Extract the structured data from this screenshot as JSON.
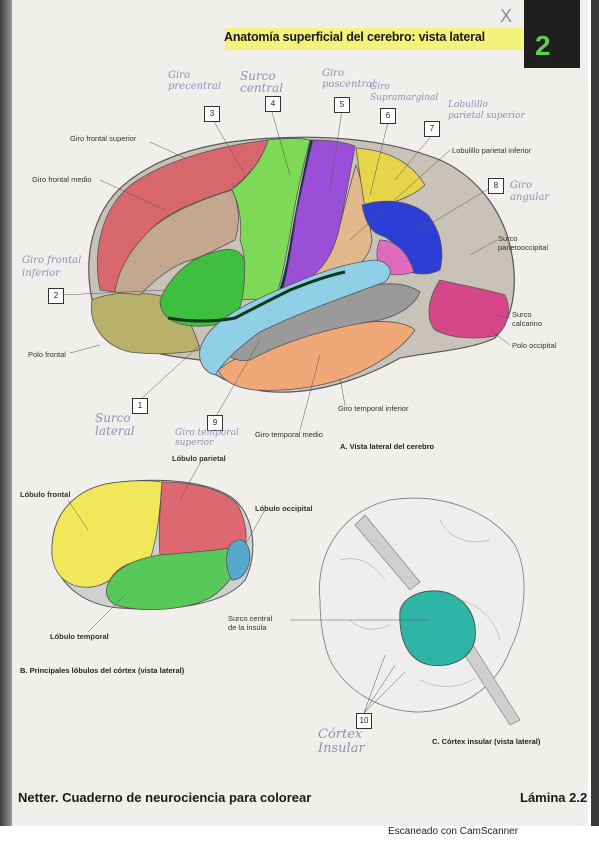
{
  "header": {
    "title": "Anatomía superficial del cerebro: vista lateral",
    "chapter": "2",
    "mark": "X"
  },
  "fig_a": {
    "caption": "A. Vista lateral del cerebro",
    "labels": {
      "giro_frontal_superior": "Giro frontal superior",
      "giro_frontal_medio": "Giro frontal medio",
      "lobulillo_parietal_inferior": "Lobulillo parietal inferior",
      "surco_parietooccipital": "Surco\nparietooccipital",
      "surco_calcarino": "Surco\ncalcarino",
      "polo_occipital": "Polo occipital",
      "polo_frontal": "Polo frontal",
      "giro_temporal_inferior": "Giro temporal inferior",
      "giro_temporal_medio": "Giro temporal medio"
    },
    "numbers": [
      "1",
      "2",
      "3",
      "4",
      "5",
      "6",
      "7",
      "8",
      "9"
    ],
    "handwritten": {
      "n3": "Giro\nprecentral",
      "n4": "Surco\ncentral",
      "n5": "Giro\nposcentral",
      "n6": "Giro\nSupramarginal",
      "n7": "Lobulillo\nparietal superior",
      "n8": "Giro\nangular",
      "n2": "Giro frontal\ninferior",
      "n1": "Surco\nlateral",
      "n9": "Giro temporal\nsuperior"
    }
  },
  "fig_b": {
    "caption": "B. Principales lóbulos del córtex (vista lateral)",
    "labels": {
      "lobulo_parietal": "Lóbulo parietal",
      "lobulo_frontal": "Lóbulo frontal",
      "lobulo_occipital": "Lóbulo occipital",
      "lobulo_temporal": "Lóbulo temporal"
    }
  },
  "fig_c": {
    "caption": "C. Córtex insular (vista lateral)",
    "labels": {
      "surco_central_insula": "Surco central\nde la ínsula"
    },
    "number": "10",
    "handwritten": "Córtex\nInsular"
  },
  "footer": {
    "title": "Netter. Cuaderno de neurociencia para colorear",
    "plate": "Lámina 2.2"
  },
  "scanner": "Escaneado con CamScanner",
  "colors": {
    "frontal_superior": "#d8676d",
    "frontal_medio": "#c3a78e",
    "frontal_inferior": "#3fbf3f",
    "precentral": "#7ed957",
    "poscentral": "#9b4fd9",
    "supramarginal": "#e6d44a",
    "parietal_superior": "#e6d44a",
    "angular": "#2d3ed6",
    "temporal_superior": "#8fd0e6",
    "temporal_medio": "#9a9a9a",
    "temporal_inferior": "#f0a878",
    "occipital": "#d6478a",
    "polo_frontal": "#b9b06a",
    "lobe_frontal": "#f0e85a",
    "lobe_parietal": "#dd6870",
    "lobe_temporal": "#58c859",
    "lobe_occipital": "#56a9cc",
    "insula": "#2fb5a6"
  }
}
